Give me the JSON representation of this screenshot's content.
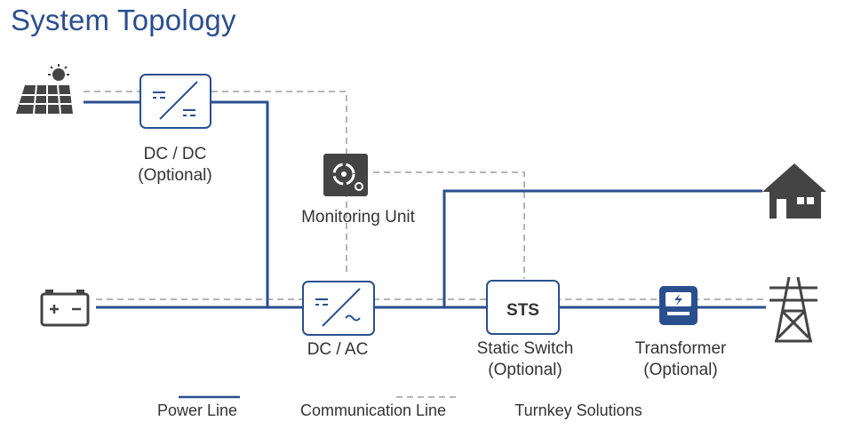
{
  "title": "System Topology",
  "nodes": {
    "dcdc": {
      "line1": "DC / DC",
      "line2": "(Optional)"
    },
    "monitoring": {
      "line1": "Monitoring Unit"
    },
    "dcac": {
      "line1": "DC / AC"
    },
    "sts": {
      "box_text": "STS",
      "line1": "Static Switch",
      "line2": "(Optional)"
    },
    "transformer": {
      "line1": "Transformer",
      "line2": "(Optional)"
    }
  },
  "legend": {
    "power": "Power Line",
    "communication": "Communication Line",
    "turnkey": "Turnkey Solutions"
  },
  "colors": {
    "title": "#2a4f8f",
    "power_line": "#2a4f8f",
    "comm_line": "#b5b5b5",
    "icon_dark": "#444444",
    "box_border": "#2a4f8f"
  },
  "icons": [
    "solar-panel-icon",
    "battery-icon",
    "house-icon",
    "transmission-tower-icon",
    "monitoring-unit-icon",
    "transformer-icon"
  ]
}
